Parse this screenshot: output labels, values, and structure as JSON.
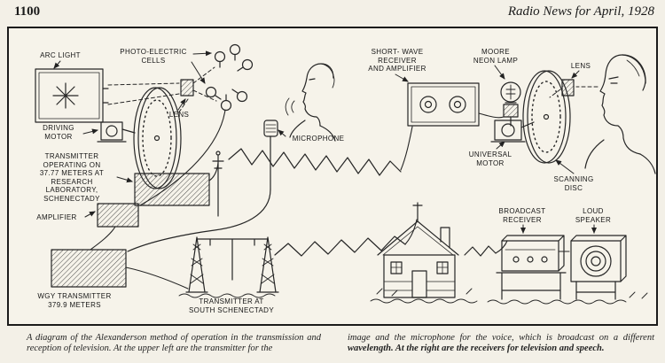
{
  "colors": {
    "paper": "#f3f0e7",
    "ink": "#1b1b1b"
  },
  "header": {
    "page_number": "1100",
    "journal_title": "Radio News for April, 1928"
  },
  "diagram": {
    "labels": {
      "arc_light": "ARC LIGHT",
      "photo_electric_cells": "PHOTO-ELECTRIC\nCELLS",
      "lens_left": "LENS",
      "driving_motor": "DRIVING\nMOTOR",
      "transmitter_operating": "TRANSMITTER\nOPERATING ON\n37.77 METERS AT\nRESEARCH\nLABORATORY,\nSCHENECTADY",
      "amplifier": "AMPLIFIER",
      "microphone": "MICROPHONE",
      "short_wave_receiver": "SHORT- WAVE\nRECEIVER\nAND AMPLIFIER",
      "moore_neon_lamp": "MOORE\nNEON LAMP",
      "lens_right": "LENS",
      "universal_motor": "UNIVERSAL\nMOTOR",
      "scanning_disc": "SCANNING\nDISC",
      "broadcast_receiver": "BROADCAST\nRECEIVER",
      "loud_speaker": "LOUD\nSPEAKER",
      "wgy_transmitter": "WGY  TRANSMITTER\n379.9  METERS",
      "transmitter_south": "TRANSMITTER  AT\nSOUTH  SCHENECTADY"
    }
  },
  "caption": {
    "left": "A diagram of the Alexanderson method of operation in the transmission and reception of television.  At the upper left are the transmitter for the",
    "right_regular": "image and the microphone for the voice, which is broadcast on a different ",
    "right_bold": "wavelength.  At the right are the receivers for television and speech."
  }
}
